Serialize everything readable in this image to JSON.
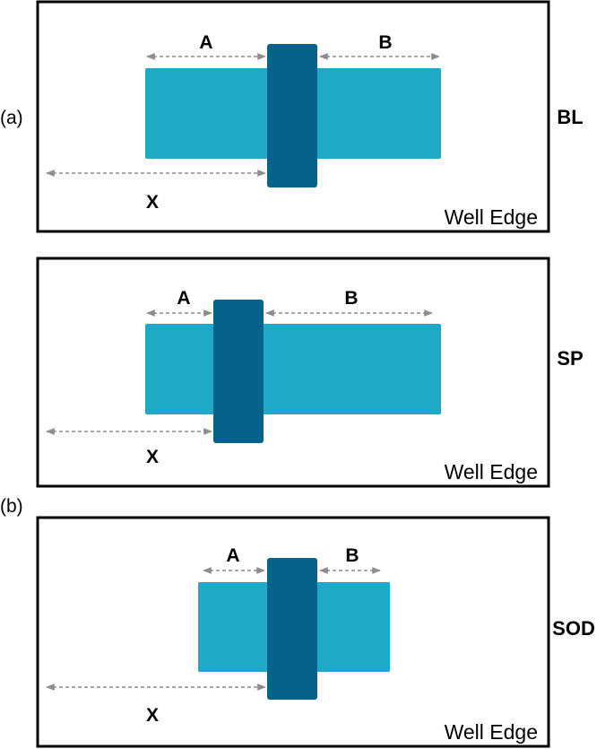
{
  "panel_labels": [
    "(a)",
    "(b)"
  ],
  "colors": {
    "light_bar": "#1fa9c9",
    "dark_bar": "#05628a",
    "frame": "#000000",
    "dimension_line": "#8c8c8c"
  },
  "rows": [
    {
      "label": "BL",
      "well_edge": "Well Edge",
      "dim_a": "A",
      "dim_b": "B",
      "dim_x": "X"
    },
    {
      "label": "SP",
      "well_edge": "Well Edge",
      "dim_a": "A",
      "dim_b": "B",
      "dim_x": "X"
    },
    {
      "label": "SOD",
      "well_edge": "Well Edge",
      "dim_a": "A",
      "dim_b": "B",
      "dim_x": "X"
    }
  ]
}
